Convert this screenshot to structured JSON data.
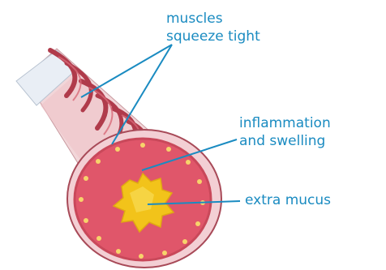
{
  "labels": {
    "muscles": [
      "muscles",
      "squeeze tight"
    ],
    "inflammation": [
      "inflammation",
      "and swelling"
    ],
    "mucus": "extra mucus"
  },
  "colors": {
    "label": "#1a8bc1",
    "wall": "#e0586b",
    "muscle_band": "#b8404e",
    "outer_tissue": "#f2cfd3",
    "mucus": "#f2c31a"
  }
}
